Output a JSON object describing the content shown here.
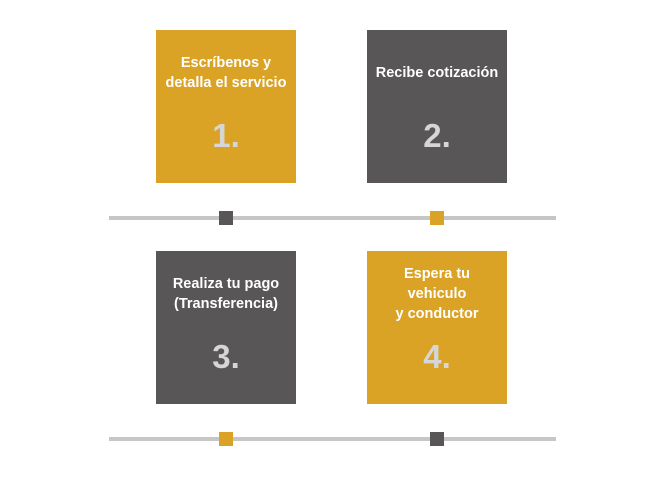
{
  "steps": [
    {
      "title": "Escríbenos y\ndetalla el servicio",
      "number": "1.",
      "color": "#dba326"
    },
    {
      "title": "Recibe cotización",
      "number": "2.",
      "color": "#585656"
    },
    {
      "title": "Realiza tu pago\n(Transferencia)",
      "number": "3.",
      "color": "#585656"
    },
    {
      "title": "Espera tu vehiculo\ny conductor",
      "number": "4.",
      "color": "#dba326"
    }
  ],
  "colors": {
    "gold": "#dba326",
    "gray": "#585656",
    "track": "#c6c6c6",
    "number": "#d6d6d6"
  }
}
